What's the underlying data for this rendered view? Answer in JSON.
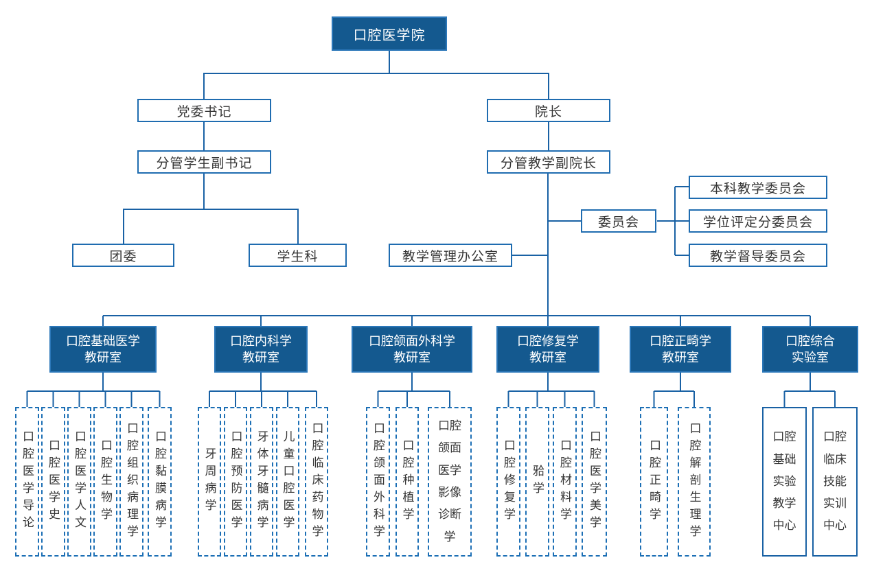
{
  "root": {
    "label": "口腔医学院"
  },
  "admin": {
    "party_secretary": "党委书记",
    "student_vice_secretary": "分管学生副书记",
    "youth_league": "团委",
    "student_affairs": "学生科",
    "dean": "院长",
    "teaching_vice_dean": "分管教学副院长",
    "teaching_office": "教学管理办公室",
    "committee_hub": "委员会",
    "committees": [
      "本科教学委员会",
      "学位评定分委员会",
      "教学督导委员会"
    ]
  },
  "groups": [
    {
      "line1": "口腔基础医学",
      "line2": "教研室",
      "label": "口腔基础医学教研室",
      "children": [
        "口腔医学导论",
        "口腔医学史",
        "口腔医学人文",
        "口腔生物学",
        "口腔组织病理学",
        "口腔黏膜病学"
      ]
    },
    {
      "line1": "口腔内科学",
      "line2": "教研室",
      "label": "口腔内科学教研室",
      "children": [
        "牙周病学",
        "口腔预防医学",
        "牙体牙髓病学",
        "儿童口腔医学",
        "口腔临床药物学"
      ]
    },
    {
      "line1": "口腔颌面外科学",
      "line2": "教研室",
      "label": "口腔颌面外科学教研室",
      "children": [
        "口腔颌面外科学",
        "口腔种植学",
        "口腔颌面医学影像诊断学"
      ]
    },
    {
      "line1": "口腔修复学",
      "line2": "教研室",
      "label": "口腔修复学教研室",
      "children": [
        "口腔修复学",
        "𬌗学",
        "口腔材料学",
        "口腔医学美学"
      ]
    },
    {
      "line1": "口腔正畸学",
      "line2": "教研室",
      "label": "口腔正畸学教研室",
      "children": [
        "口腔正畸学",
        "口腔解剖生理学"
      ]
    },
    {
      "line1": "口腔综合",
      "line2": "实验室",
      "label": "口腔综合实验室",
      "children": [
        "口腔基础实验教学中心",
        "口腔临床技能实训中心"
      ]
    }
  ],
  "colors": {
    "box_fill": "#14598F",
    "connector_line": "#1961A4",
    "outline_border": "#1F6CB0",
    "dashed_border": "#1C6FB5",
    "text_dark": "#353535",
    "text_light": "#FFFFFF"
  }
}
